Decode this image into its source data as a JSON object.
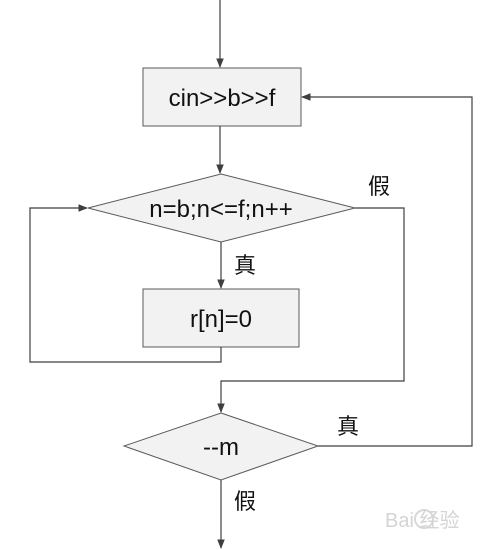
{
  "flowchart": {
    "input_box": {
      "text": "cin>>b>>f"
    },
    "loop_condition": {
      "text": "n=b;n<=f;n++"
    },
    "assign_box": {
      "text": "r[n]=0"
    },
    "decrement_condition": {
      "text": "--m"
    },
    "labels": {
      "loop_false": "假",
      "loop_true": "真",
      "decrement_true": "真",
      "decrement_false": "假"
    }
  },
  "watermark": {
    "text": "Bai 经验"
  }
}
